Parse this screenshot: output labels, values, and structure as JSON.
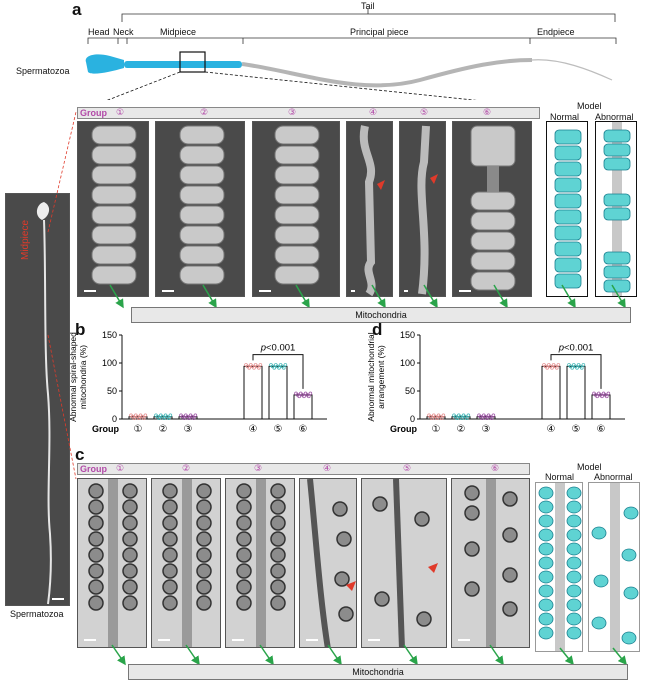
{
  "panel_a": {
    "letter": "a",
    "tail_label": "Tail",
    "head_label": "Head",
    "neck_label": "Neck",
    "midpiece_label": "Midpiece",
    "principal_label": "Principal piece",
    "endpiece_label": "Endpiece",
    "organism_label": "Spermatozoa"
  },
  "left_image": {
    "midpiece_label": "Midpiece",
    "caption": "Spermatozoa"
  },
  "sem_row": {
    "group_word": "Group",
    "groups": [
      "①",
      "②",
      "③",
      "④",
      "⑤",
      "⑥"
    ],
    "model_title": "Model",
    "model_normal": "Normal",
    "model_abnormal": "Abnormal",
    "mitochondria_label": "Mitochondria"
  },
  "tem_row": {
    "group_word": "Group",
    "groups": [
      "①",
      "②",
      "③",
      "④",
      "⑤",
      "⑥"
    ],
    "model_title": "Model",
    "model_normal": "Normal",
    "model_abnormal": "Abnormal",
    "mitochondria_label": "Mitochondria"
  },
  "panel_b": {
    "letter": "b"
  },
  "panel_c": {
    "letter": "c"
  },
  "panel_d": {
    "letter": "d"
  },
  "chart_data": [
    {
      "type": "bar",
      "panel": "b",
      "ylabel": "Abnormal spiral-shaped mitochondria (%)",
      "xlabel": "Group",
      "categories": [
        "①",
        "②",
        "③",
        "④",
        "⑤",
        "⑥"
      ],
      "values": [
        4,
        4,
        4,
        94,
        94,
        43
      ],
      "point_colors": [
        "#e38a8a",
        "#3bb3b3",
        "#9b4fa3",
        "#e38a8a",
        "#3bb3b3",
        "#9b4fa3"
      ],
      "ylim": [
        0,
        150
      ],
      "yticks": [
        0,
        50,
        100,
        150
      ],
      "annotation": {
        "text": "p<0.001",
        "between": [
          "④",
          "⑥"
        ]
      }
    },
    {
      "type": "bar",
      "panel": "d",
      "ylabel": "Abnormal mitochondrial arrangement (%)",
      "xlabel": "Group",
      "categories": [
        "①",
        "②",
        "③",
        "④",
        "⑤",
        "⑥"
      ],
      "values": [
        4,
        4,
        4,
        94,
        94,
        43
      ],
      "point_colors": [
        "#e38a8a",
        "#3bb3b3",
        "#9b4fa3",
        "#e38a8a",
        "#3bb3b3",
        "#9b4fa3"
      ],
      "ylim": [
        0,
        150
      ],
      "yticks": [
        0,
        50,
        100,
        150
      ],
      "annotation": {
        "text": "p<0.001",
        "between": [
          "④",
          "⑥"
        ]
      }
    }
  ]
}
